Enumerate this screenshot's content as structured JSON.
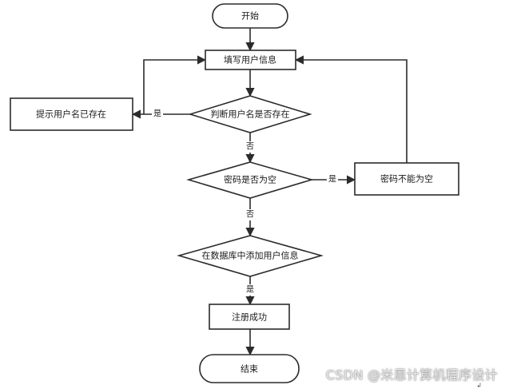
{
  "nodes": {
    "start": "开始",
    "fill_info": "填写用户信息",
    "check_user": "判断用户名是否存在",
    "user_exists": "提示用户名已存在",
    "check_password": "密码是否为空",
    "password_empty": "密码不能为空",
    "add_user": "在数据库中添加用户信息",
    "success": "注册成功",
    "end": "结束"
  },
  "edge_labels": {
    "user_yes": "是",
    "user_no": "否",
    "password_yes": "是",
    "password_no": "否",
    "add_yes": "是"
  },
  "watermark": "CSDN @米恩计算机程序设计",
  "corner_mark": "↲",
  "colors": {
    "stroke": "#2b2b2b",
    "background": "#ffffff"
  }
}
